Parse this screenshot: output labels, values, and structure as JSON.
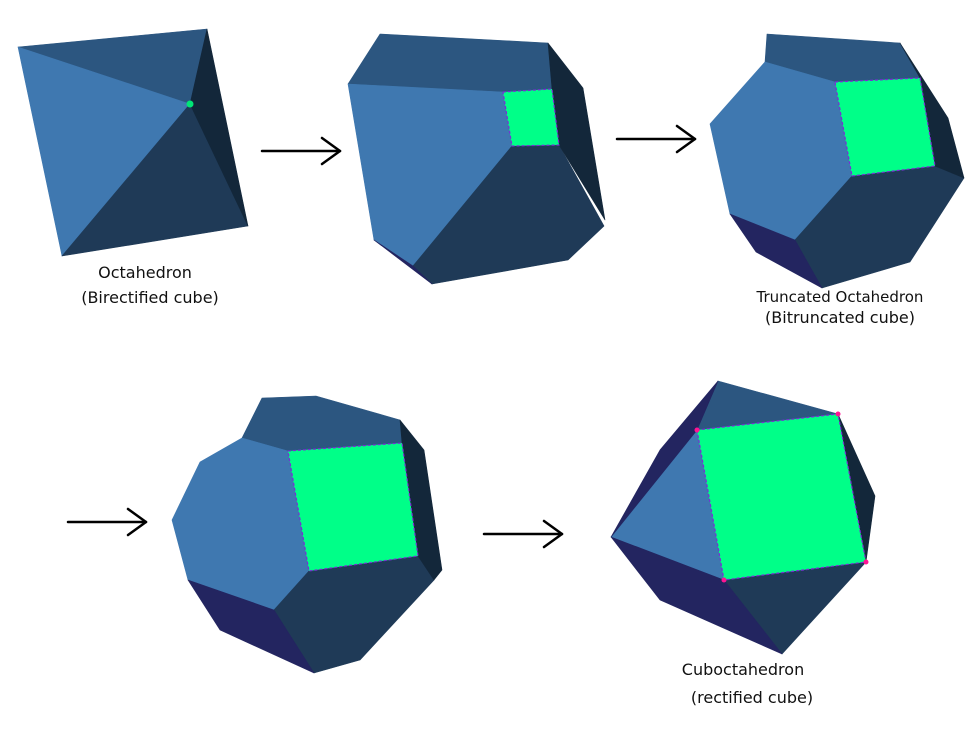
{
  "colors": {
    "face_light": "#3f78b0",
    "face_mid": "#2c5680",
    "face_dark": "#1f3a57",
    "face_darker": "#13273a",
    "face_navy": "#232560",
    "square_face": "#00ff88",
    "edge_highlight": "#7a2dd6",
    "vertex_dot_green": "#00e676",
    "vertex_dot_magenta": "#ff1493",
    "arrow": "#000000"
  },
  "shapes": [
    {
      "name": "Octahedron",
      "subtitle": "(Birectified cube)"
    },
    {
      "name": "",
      "subtitle": ""
    },
    {
      "name": "Truncated Octahedron",
      "subtitle": "(Bitruncated cube)"
    },
    {
      "name": "",
      "subtitle": ""
    },
    {
      "name": "Cuboctahedron",
      "subtitle": "(rectified cube)"
    }
  ],
  "arrow_icon": "right-arrow-icon"
}
